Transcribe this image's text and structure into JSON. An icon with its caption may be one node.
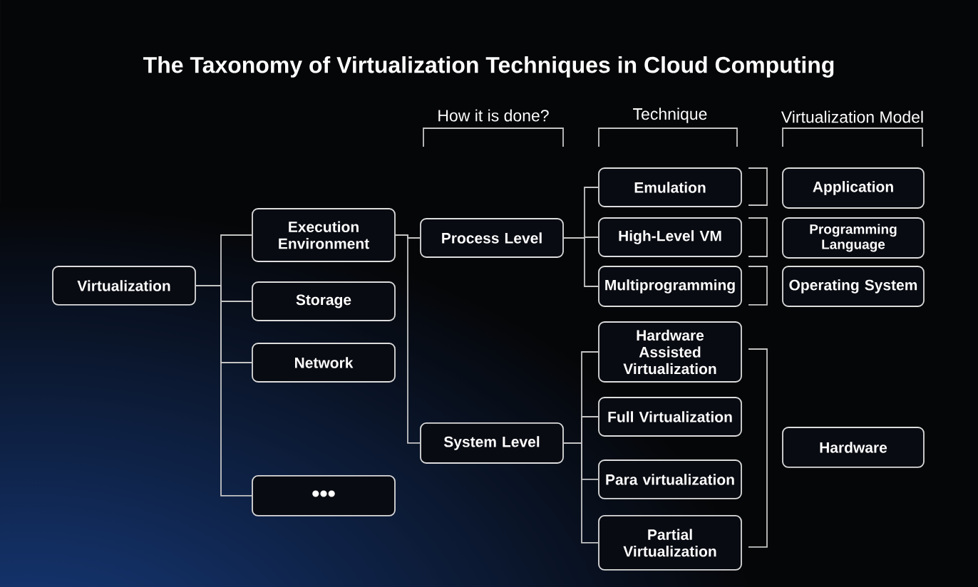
{
  "diagram": {
    "title": "The Taxonomy of Virtualization Techniques in Cloud Computing",
    "nodes": [
      {
        "text": [
          "Virtualization"
        ]
      },
      {
        "text": [
          "Execution Environment"
        ]
      },
      {
        "text": [
          "Storage"
        ]
      },
      {
        "text": [
          "Network"
        ]
      },
      {
        "text": [
          "•••"
        ]
      },
      {
        "text": [
          "Process Level"
        ]
      },
      {
        "text": [
          "System Level"
        ]
      },
      {
        "text": [
          "Emulation"
        ]
      },
      {
        "text": [
          "High-Level VM"
        ]
      },
      {
        "text": [
          "Multiprogramming"
        ]
      },
      {
        "text": [
          "Hardware Assisted Virtualization"
        ]
      },
      {
        "text": [
          "Full Virtualization"
        ]
      },
      {
        "text": [
          "Para virtualization"
        ]
      },
      {
        "text": [
          "Partial Virtualization"
        ]
      },
      {
        "text": [
          "Application"
        ]
      },
      {
        "text": [
          "Programming Language"
        ]
      },
      {
        "text": [
          "Operating System"
        ]
      },
      {
        "text": [
          "Hardware"
        ]
      }
    ],
    "edges": [
      {
        "from": 0,
        "to": 1,
        "arrow": "none"
      },
      {
        "from": 0,
        "to": 2,
        "arrow": "none"
      },
      {
        "from": 0,
        "to": 3,
        "arrow": "none"
      },
      {
        "from": 0,
        "to": 4,
        "arrow": "none"
      },
      {
        "from": 1,
        "to": 5,
        "arrow": "none"
      },
      {
        "from": 1,
        "to": 6,
        "arrow": "none"
      },
      {
        "from": 5,
        "to": 7,
        "arrow": "none"
      },
      {
        "from": 5,
        "to": 8,
        "arrow": "none"
      },
      {
        "from": 5,
        "to": 9,
        "arrow": "none"
      },
      {
        "from": 6,
        "to": 10,
        "arrow": "none"
      },
      {
        "from": 6,
        "to": 11,
        "arrow": "none"
      },
      {
        "from": 6,
        "to": 12,
        "arrow": "none"
      },
      {
        "from": 6,
        "to": 13,
        "arrow": "none"
      }
    ],
    "labels": [
      "How it is done?",
      "Technique",
      "Virtualization Model"
    ]
  }
}
